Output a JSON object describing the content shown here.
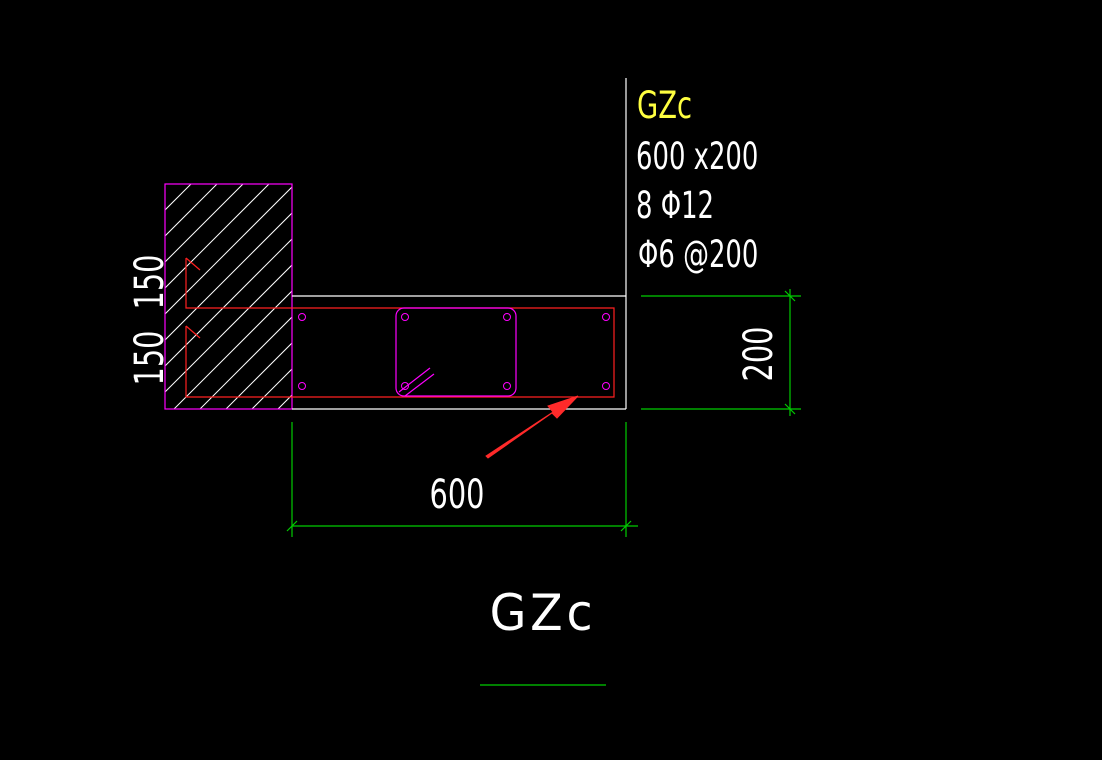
{
  "drawing": {
    "spec": {
      "mark": "GZc",
      "size": "600 x200",
      "main_rebar": "8 Φ12",
      "stirrup": "Φ6 @200"
    },
    "dimensions": {
      "width": "600",
      "depth": "200",
      "lap_upper": "150",
      "lap_lower": "150"
    },
    "title": "GZc"
  },
  "colors": {
    "background": "#000000",
    "outline": "#ffffff",
    "dimension": "#00cc00",
    "rebar": "#ff2020",
    "wall": "#ff00ff",
    "spec_mark": "#ffff40",
    "text": "#ffffff",
    "arrow": "#ff2a2a"
  }
}
